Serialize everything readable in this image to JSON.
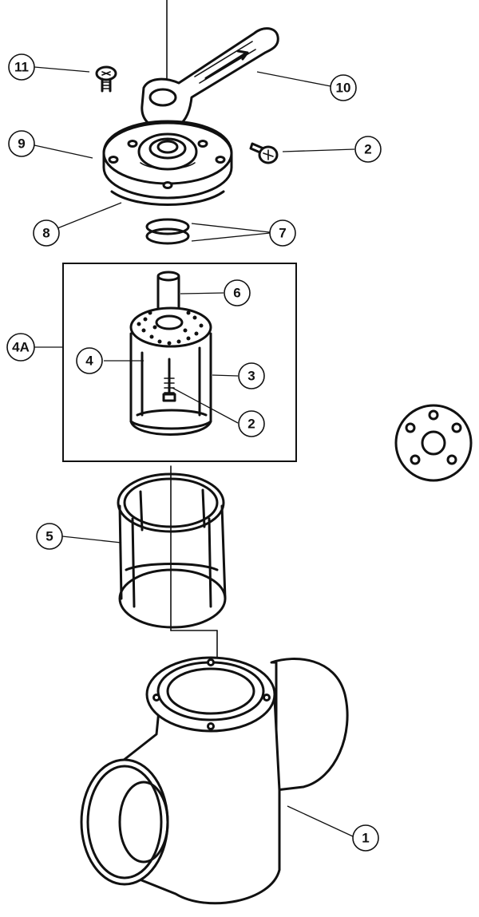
{
  "callouts": {
    "c1": "1",
    "c2a": "2",
    "c2b": "2",
    "c3": "3",
    "c4": "4",
    "c4A": "4A",
    "c5": "5",
    "c6": "6",
    "c7": "7",
    "c8": "8",
    "c9": "9",
    "c10": "10",
    "c11": "11"
  }
}
